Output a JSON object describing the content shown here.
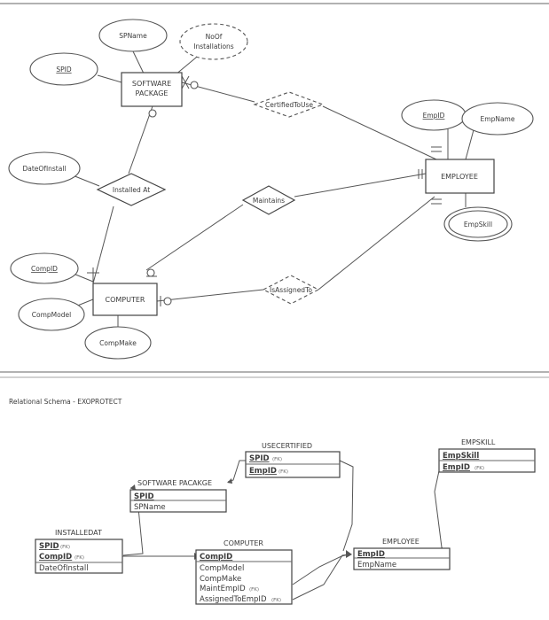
{
  "er": {
    "entities": {
      "software_package": [
        "SOFTWARE",
        "PACKAGE"
      ],
      "employee": "EMPLOYEE",
      "computer": "COMPUTER"
    },
    "relationships": {
      "certified": "CertifiedToUse",
      "installed": "Installed At",
      "maintains": "Maintains",
      "assigned": "IsAssignedTo"
    },
    "attributes": {
      "spname": "SPName",
      "noof": [
        "NoOf",
        "Installations"
      ],
      "spid": "SPID",
      "empid": "EmpID",
      "empname": "EmpName",
      "empskill": "EmpSkill",
      "dateofinstall": "DateOfInstall",
      "compid": "CompID",
      "compmodel": "CompModel",
      "compmake": "CompMake"
    }
  },
  "schema": {
    "title": "Relational Schema - EXOPROTECT",
    "fk": "(FK)",
    "tables": {
      "usecertified": {
        "name": "USECERTIFIED",
        "fields": [
          "SPID",
          "EmpID"
        ]
      },
      "empskill": {
        "name": "EMPSKILL",
        "fields": [
          "EmpSkill",
          "EmpID"
        ]
      },
      "software": {
        "name": "SOFTWARE PACAKGE",
        "fields": [
          "SPID",
          "SPName"
        ]
      },
      "installedat": {
        "name": "INSTALLEDAT",
        "fields": [
          "SPID",
          "CompID",
          "DateOfInstall"
        ]
      },
      "computer": {
        "name": "COMPUTER",
        "fields": [
          "CompID",
          "CompModel",
          "CompMake",
          "MaintEmpID",
          "AssignedToEmpID"
        ]
      },
      "employee": {
        "name": "EMPLOYEE",
        "fields": [
          "EmpID",
          "EmpName"
        ]
      }
    }
  }
}
